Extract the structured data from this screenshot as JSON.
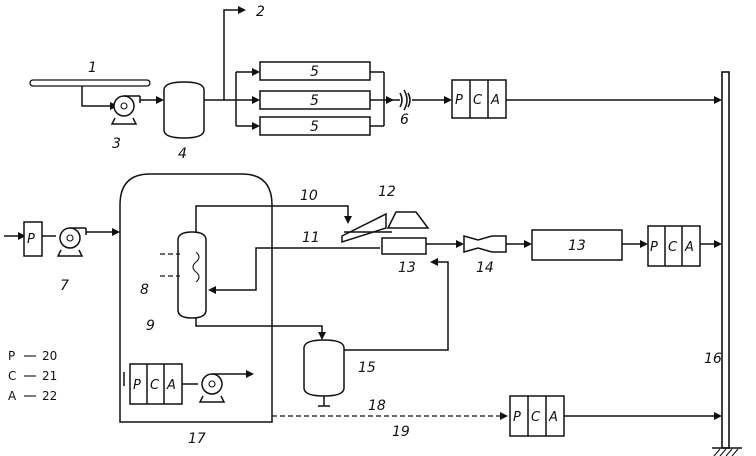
{
  "labels": {
    "n1": "1",
    "n2": "2",
    "n3": "3",
    "n4": "4",
    "n5a": "5",
    "n5b": "5",
    "n5c": "5",
    "n6": "6",
    "n7": "7",
    "n8": "8",
    "n9": "9",
    "n10": "10",
    "n11": "11",
    "n12": "12",
    "n13a": "13",
    "n13b": "13",
    "n14": "14",
    "n15": "15",
    "n16": "16",
    "n17": "17",
    "n18": "18",
    "n19": "19"
  },
  "pca": {
    "p": "P",
    "c": "C",
    "a": "A"
  },
  "single_p": "P",
  "legend": [
    {
      "sym": "P",
      "num": "20"
    },
    {
      "sym": "C",
      "num": "21"
    },
    {
      "sym": "A",
      "num": "22"
    }
  ]
}
